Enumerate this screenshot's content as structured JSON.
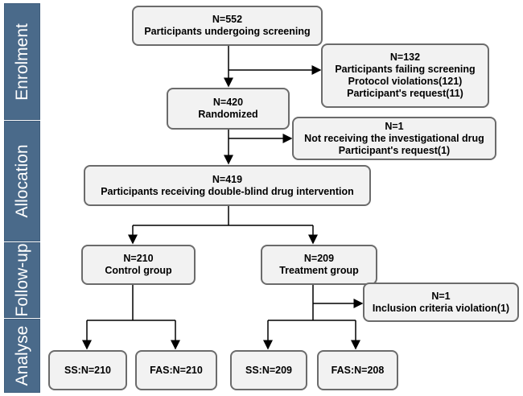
{
  "colors": {
    "phase_bg": "#4a6a8a",
    "box_bg": "#f2f2f2",
    "box_border": "#6b6b6b",
    "line": "#000000"
  },
  "phases": [
    "Enrolment",
    "Allocation",
    "Follow-up",
    "Analyse"
  ],
  "boxes": {
    "screening": {
      "n": "N=552",
      "label": "Participants undergoing screening"
    },
    "excluded_screening": {
      "n": "N=132",
      "label": "Participants failing screening",
      "reasons": [
        "Protocol violations(121)",
        "Participant's request(11)"
      ]
    },
    "randomized": {
      "n": "N=420",
      "label": "Randomized"
    },
    "excluded_allocation": {
      "n": "N=1",
      "label": "Not receiving the investigational drug",
      "reasons": [
        "Participant's request(1)"
      ]
    },
    "intervention": {
      "n": "N=419",
      "label": "Participants receiving double-blind drug intervention"
    },
    "control": {
      "n": "N=210",
      "label": "Control group"
    },
    "treatment": {
      "n": "N=209",
      "label": "Treatment group"
    },
    "excluded_treatment": {
      "n": "N=1",
      "label": "Inclusion criteria violation(1)"
    },
    "control_ss": {
      "label": "SS:N=210"
    },
    "control_fas": {
      "label": "FAS:N=210"
    },
    "treatment_ss": {
      "label": "SS:N=209"
    },
    "treatment_fas": {
      "label": "FAS:N=208"
    }
  }
}
